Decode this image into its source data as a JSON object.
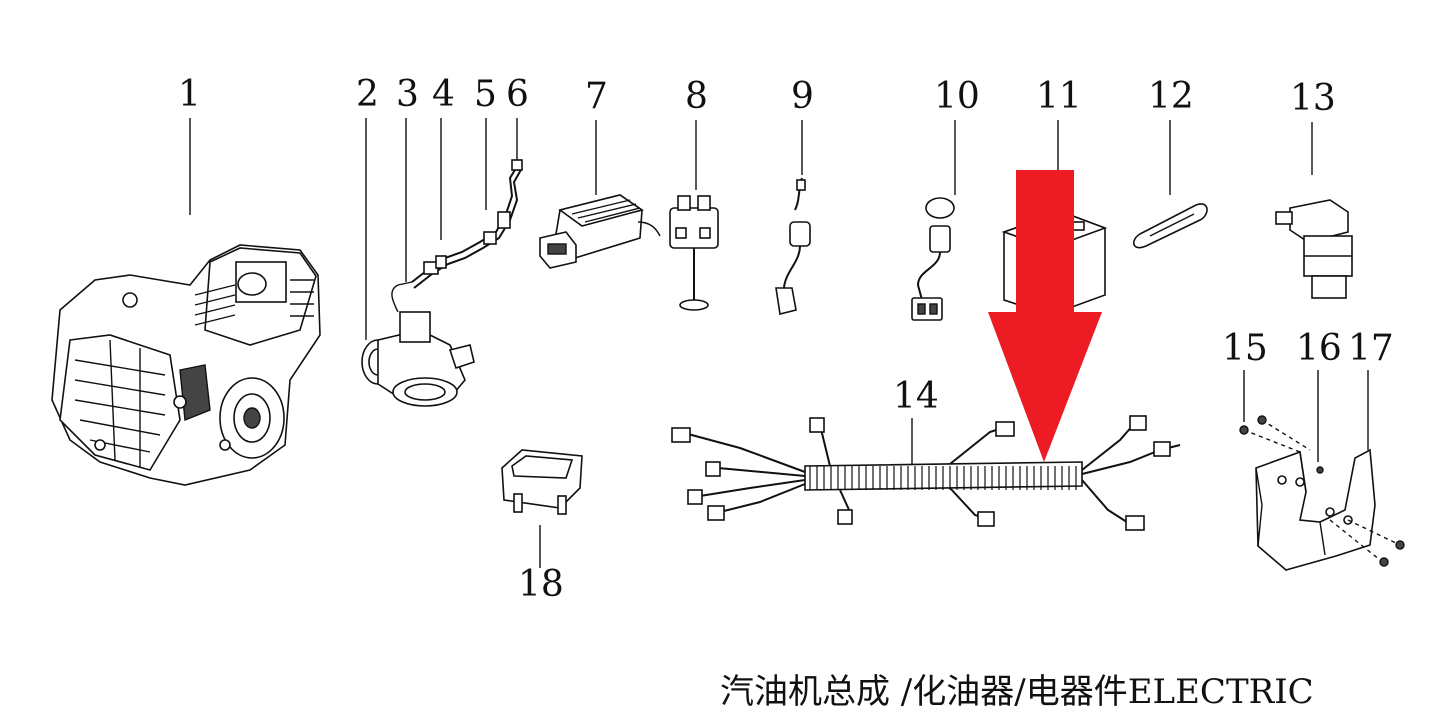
{
  "caption": "汽油机总成 /化油器/电器件ELECTRIC",
  "arrow_color": "#ed1c24",
  "labels": {
    "n1": "1",
    "n2": "2",
    "n3": "3",
    "n4": "4",
    "n5": "5",
    "n6": "6",
    "n7": "7",
    "n8": "8",
    "n9": "9",
    "n10": "10",
    "n11": "11",
    "n12": "12",
    "n13": "13",
    "n14": "14",
    "n15": "15",
    "n16": "16",
    "n17": "17",
    "n18": "18"
  }
}
